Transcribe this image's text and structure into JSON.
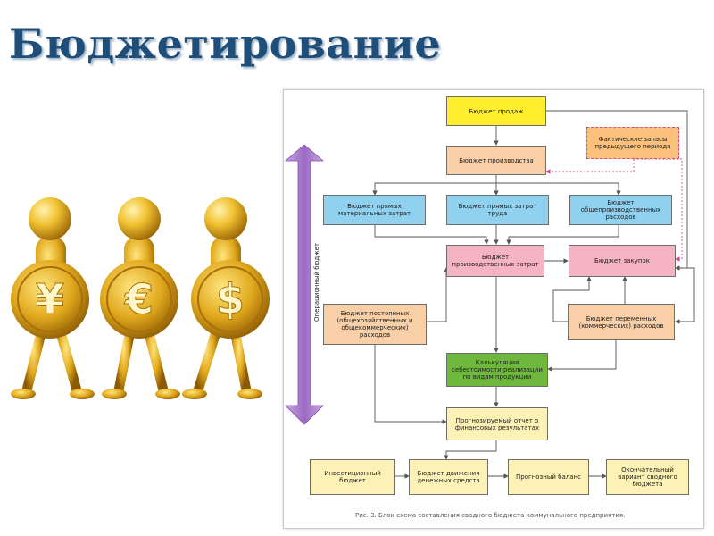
{
  "page": {
    "title": "Бюджетирование"
  },
  "diagram": {
    "vertical_label": "Операционный бюджет",
    "caption": "Рис. 3. Блок-схема составления сводного бюджета коммунального предприятия.",
    "boxes": {
      "sales": "Бюджет продаж",
      "inventory": "Фактические запасы предыдущего периода",
      "production": "Бюджет производства",
      "materials": "Бюджет прямых материальных затрат",
      "labor": "Бюджет прямых затрат труда",
      "overhead": "Бюджет общепроизводственных расходов",
      "prodcost": "Бюджет производственных затрат",
      "purchase": "Бюджет закупок",
      "fixed": "Бюджет постоянных (общехозяйственных и общекоммерческих) расходов",
      "variable": "Бюджет переменных (коммерческих) расходов",
      "costing": "Калькуляция себестоимости реализации по видам продукции",
      "forecast": "Прогнозируемый отчет о финансовых результатах",
      "investment": "Инвестиционный бюджет",
      "cashflow": "Бюджет движения денежных средств",
      "balance": "Прогнозный баланс",
      "final": "Окончательный вариант сводного бюджета"
    }
  },
  "illustration": {
    "coin_symbols": [
      "¥",
      "€",
      "$"
    ],
    "colors": {
      "gold": "#e0a81c",
      "gold_light": "#ffe27a",
      "gold_dark": "#a86f08"
    }
  }
}
